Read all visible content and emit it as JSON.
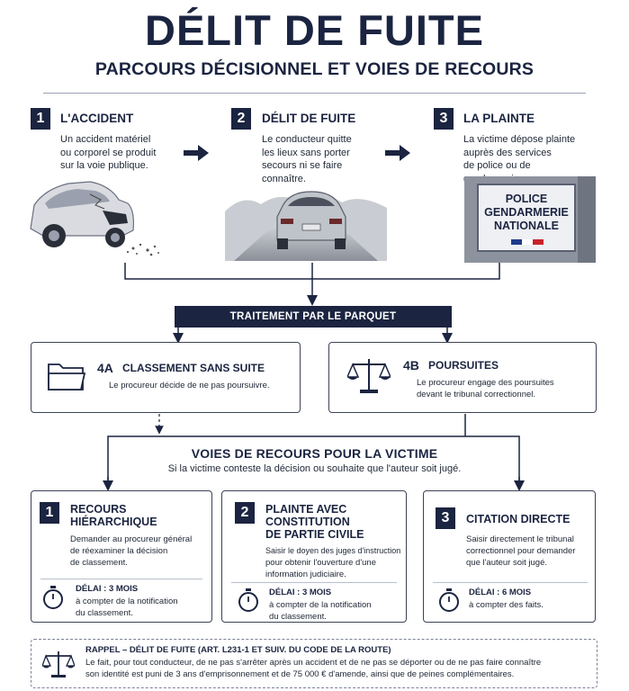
{
  "header": {
    "title": "DÉLIT DE FUITE",
    "subtitle": "PARCOURS DÉCISIONNEL ET VOIES DE RECOURS"
  },
  "steps": [
    {
      "number": "1",
      "title": "L'ACCIDENT",
      "text": [
        "Un accident matériel",
        "ou corporel se produit",
        "sur la voie publique."
      ]
    },
    {
      "number": "2",
      "title": "DÉLIT DE FUITE",
      "text": [
        "Le conducteur quitte",
        "les lieux sans porter",
        "secours ni se faire",
        "connaître."
      ]
    },
    {
      "number": "3",
      "title": "LA PLAINTE",
      "text": [
        "La victime dépose plainte",
        "auprès des services",
        "de police ou de",
        "gendarmerie."
      ]
    }
  ],
  "police_sign": [
    "POLICE",
    "GENDARMERIE",
    "NATIONALE"
  ],
  "parquet": {
    "label": "TRAITEMENT PAR LE PARQUET"
  },
  "outcomes": [
    {
      "code": "4A",
      "title": "CLASSEMENT SANS SUITE",
      "text": [
        "Le procureur décide de ne pas poursuivre."
      ]
    },
    {
      "code": "4B",
      "title": "POURSUITES",
      "text": [
        "Le procureur engage des poursuites",
        "devant le tribunal correctionnel."
      ]
    }
  ],
  "recours": {
    "title": "VOIES DE RECOURS POUR LA VICTIME",
    "subtitle": "Si la victime conteste la décision ou souhaite que l'auteur soit jugé.",
    "items": [
      {
        "number": "1",
        "title": [
          "RECOURS",
          "HIÉRARCHIQUE"
        ],
        "text": [
          "Demander au procureur général",
          "de réexaminer la décision",
          "de classement."
        ],
        "delay": "DÉLAI : 3 MOIS",
        "delay_text": [
          "à compter de la notification",
          "du classement."
        ]
      },
      {
        "number": "2",
        "title": [
          "PLAINTE AVEC",
          "CONSTITUTION",
          "DE PARTIE CIVILE"
        ],
        "text": [
          "Saisir le doyen des juges d'instruction",
          "pour obtenir l'ouverture d'une",
          "information judiciaire."
        ],
        "delay": "DÉLAI : 3 MOIS",
        "delay_text": [
          "à compter de la notification",
          "du classement."
        ]
      },
      {
        "number": "3",
        "title": [
          "CITATION DIRECTE"
        ],
        "text": [
          "Saisir directement le tribunal",
          "correctionnel pour demander",
          "que l'auteur soit jugé."
        ],
        "delay": "DÉLAI : 6 MOIS",
        "delay_text": [
          "à compter des faits."
        ]
      }
    ]
  },
  "rappel": {
    "title": "RAPPEL – DÉLIT DE FUITE (ART. L231-1 ET SUIV. DU CODE DE LA ROUTE)",
    "text": [
      "Le fait, pour tout conducteur, de ne pas s'arrêter après un accident et de ne pas se déporter ou de ne pas faire connaître",
      "son identité est puni de 3 ans d'emprisonnement et de 75 000 € d'amende, ainsi que de peines complémentaires."
    ]
  },
  "colors": {
    "navy": "#1b2440",
    "line": "#3c4356"
  }
}
